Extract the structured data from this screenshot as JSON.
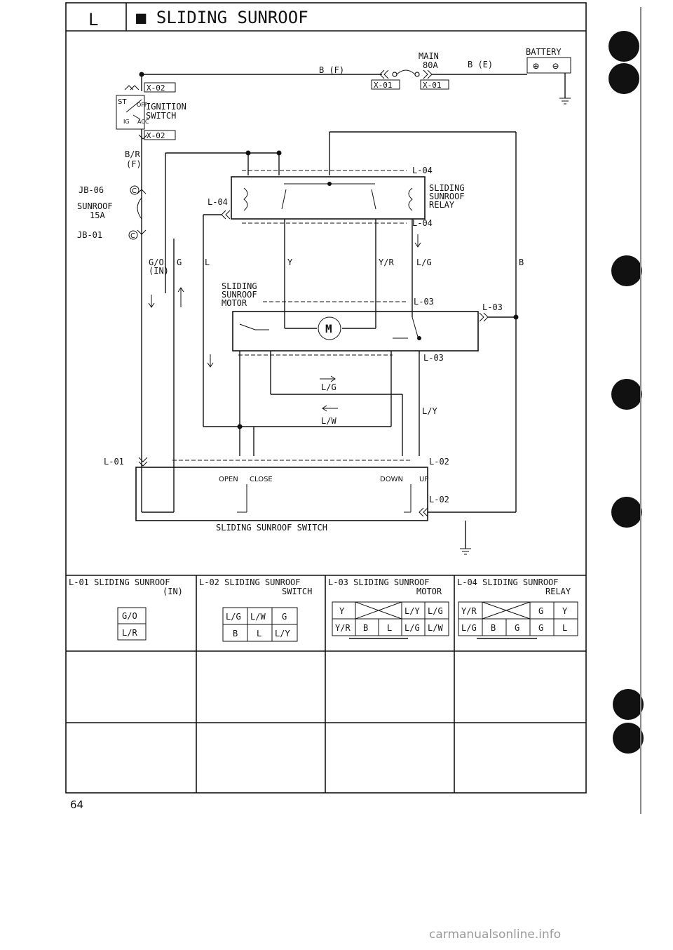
{
  "header": {
    "section_letter": "L",
    "title": "■ SLIDING SUNROOF"
  },
  "power": {
    "main_fuse": "MAIN",
    "main_fuse_rating": "80A",
    "battery": "BATTERY",
    "battery_pos": "⊕",
    "battery_neg": "⊖",
    "wire_bf": "B (F)",
    "wire_be": "B (E)",
    "conn_x01a": "X-01",
    "conn_x01b": "X-01",
    "conn_x02a": "X-02",
    "conn_x02b": "X-02"
  },
  "ignition": {
    "label_line1": "IGNITION",
    "label_line2": "SWITCH",
    "pos_st": "ST",
    "pos_off": "OFF",
    "pos_ig": "IG",
    "pos_acc": "ACC"
  },
  "fuse": {
    "wire_br": "B/R",
    "wire_br_sub": "(F)",
    "jb06": "JB-06",
    "jb01": "JB-01",
    "jb_symbol": "C",
    "name": "SUNROOF",
    "rating": "15A"
  },
  "relay": {
    "label_line1": "SLIDING",
    "label_line2": "SUNROOF",
    "label_line3": "RELAY",
    "conn_top": "L-04",
    "conn_bottom": "L-04",
    "conn_left": "L-04"
  },
  "motor": {
    "label_line1": "SLIDING",
    "label_line2": "SUNROOF",
    "label_line3": "MOTOR",
    "symbol": "M",
    "conn_top": "L-03",
    "conn_bottom": "L-03",
    "conn_right": "L-03"
  },
  "wires": {
    "go_in": "G/O",
    "go_in_sub": "(IN)",
    "g": "G",
    "l": "L",
    "y": "Y",
    "yr": "Y/R",
    "lg": "L/G",
    "b": "B",
    "lg2": "L/G",
    "lw": "L/W",
    "ly": "L/Y"
  },
  "switch": {
    "name": "SLIDING SUNROOF SWITCH",
    "open": "OPEN",
    "close": "CLOSE",
    "down": "DOWN",
    "up": "UP",
    "conn_left": "L-01",
    "conn_right": "L-02",
    "conn_bottom": "L-02"
  },
  "connectors": [
    {
      "title": "L-01 SLIDING SUNROOF",
      "subtitle": "(IN)",
      "pins": [
        "G/O",
        "L/R"
      ]
    },
    {
      "title": "L-02 SLIDING SUNROOF",
      "subtitle": "SWITCH",
      "pins_top": [
        "L/G",
        "L/W",
        "G"
      ],
      "pins_bottom": [
        "B",
        "L",
        "L/Y"
      ]
    },
    {
      "title": "L-03 SLIDING SUNROOF",
      "subtitle": "MOTOR",
      "pins_top": [
        "Y",
        "",
        "L/Y",
        "L/G"
      ],
      "pins_bottom": [
        "Y/R",
        "B",
        "L",
        "L/G",
        "L/W"
      ]
    },
    {
      "title": "L-04 SLIDING SUNROOF",
      "subtitle": "RELAY",
      "pins_top": [
        "Y/R",
        "",
        "G",
        "Y"
      ],
      "pins_bottom": [
        "L/G",
        "B",
        "G",
        "G",
        "L"
      ]
    }
  ],
  "footer": {
    "page_number": "64"
  },
  "watermark": "carmanualsonline.info"
}
